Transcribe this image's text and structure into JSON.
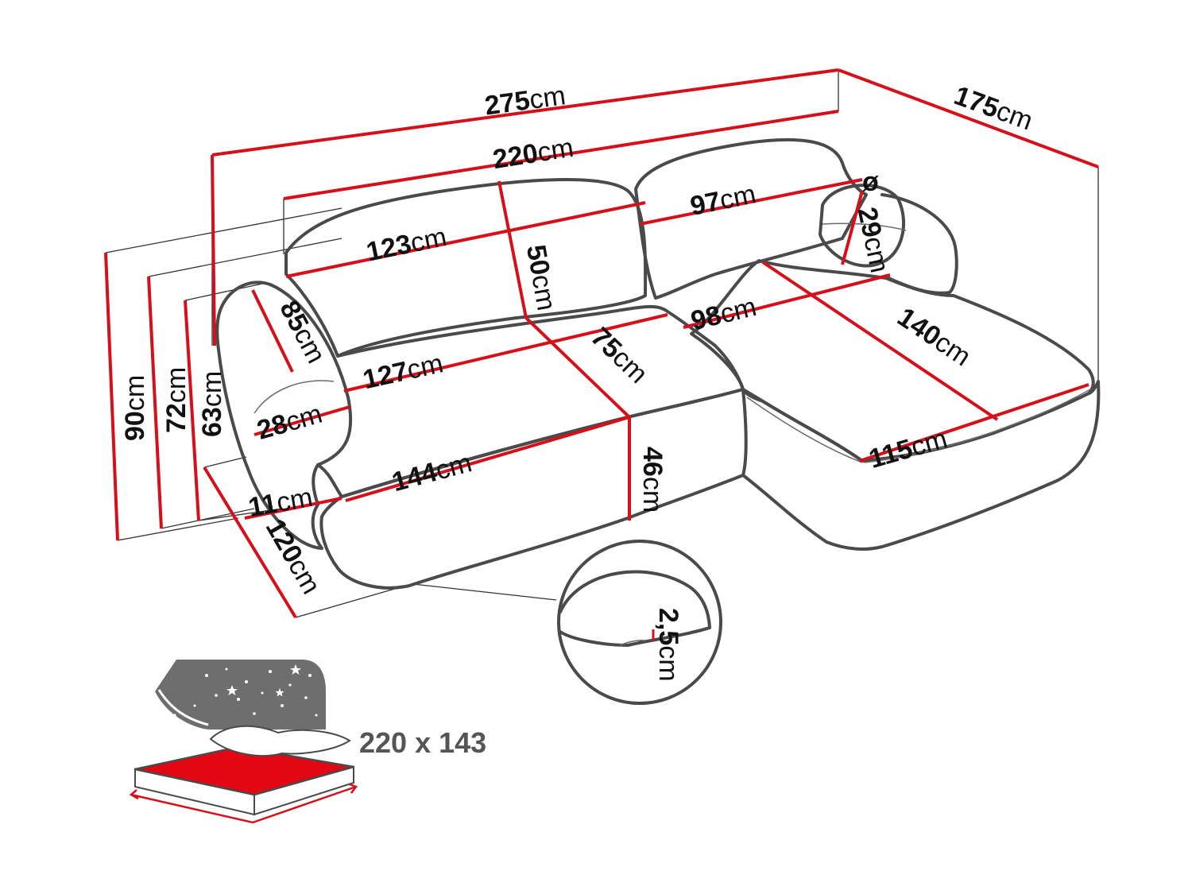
{
  "dimensions": {
    "overall_width": {
      "value": "275",
      "unit": "cm"
    },
    "sofa_width": {
      "value": "220",
      "unit": "cm"
    },
    "chaise_depth": {
      "value": "175",
      "unit": "cm"
    },
    "backrest_left": {
      "value": "123",
      "unit": "cm"
    },
    "backrest_right": {
      "value": "97",
      "unit": "cm"
    },
    "back_cushion_height": {
      "value": "50",
      "unit": "cm"
    },
    "pillow_diameter_symbol": "ø",
    "pillow_diameter": {
      "value": "29",
      "unit": "cm"
    },
    "armrest_depth": {
      "value": "85",
      "unit": "cm"
    },
    "seat_width": {
      "value": "127",
      "unit": "cm"
    },
    "seat_depth": {
      "value": "75",
      "unit": "cm"
    },
    "chaise_seat_width": {
      "value": "98",
      "unit": "cm"
    },
    "chaise_length": {
      "value": "140",
      "unit": "cm"
    },
    "armrest_width": {
      "value": "28",
      "unit": "cm"
    },
    "front_width": {
      "value": "144",
      "unit": "cm"
    },
    "seat_height": {
      "value": "46",
      "unit": "cm"
    },
    "chaise_front_width": {
      "value": "115",
      "unit": "cm"
    },
    "arm_gap": {
      "value": "11",
      "unit": "cm"
    },
    "total_height": {
      "value": "90",
      "unit": "cm"
    },
    "back_height": {
      "value": "72",
      "unit": "cm"
    },
    "arm_height": {
      "value": "63",
      "unit": "cm"
    },
    "total_depth": {
      "value": "120",
      "unit": "cm"
    },
    "leg_height": {
      "value": "2,5",
      "unit": "cm"
    }
  },
  "bed": {
    "size_label": "220 x 143"
  },
  "colors": {
    "dimension_line": "#d6101a",
    "outline": "#4a4a4a",
    "bed_panel": "#6e6e6e",
    "mattress": "#e30613"
  },
  "icons": [
    "sofa-outline",
    "leg-detail-magnifier",
    "sleep-function-icon"
  ]
}
